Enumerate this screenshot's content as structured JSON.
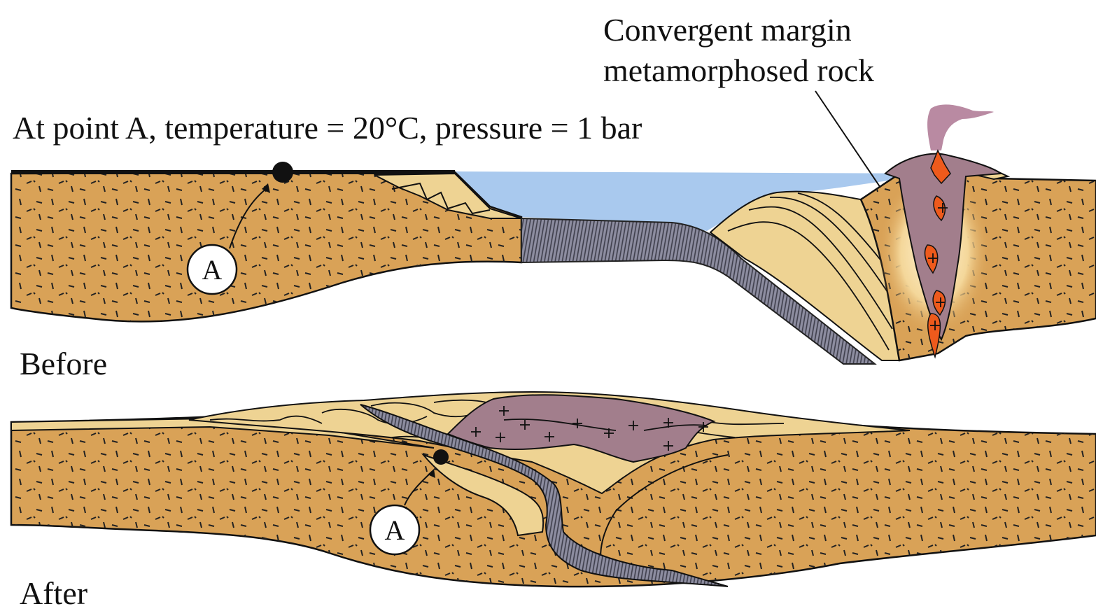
{
  "annotation": "At point A, temperature = 20°C, pressure = 1 bar",
  "margin_label": {
    "line1": "Convergent margin",
    "line2": "metamorphosed rock"
  },
  "panels": {
    "before": "Before",
    "after": "After"
  },
  "point_label": "A",
  "colors": {
    "crust": "#d9a257",
    "sediment": "#eed393",
    "ocean": "#a9c9ee",
    "oceanic_crust": "#7f7f93",
    "magma_chamber": "#a27e8c",
    "lava": "#ee5a1c",
    "outline": "#111111"
  }
}
